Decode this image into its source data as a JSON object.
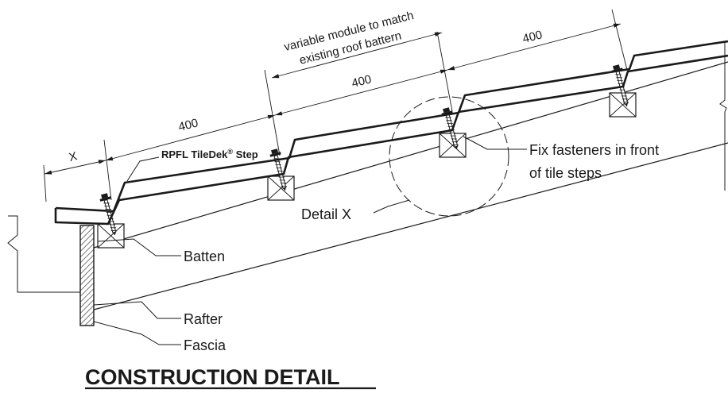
{
  "drawing": {
    "title": "CONSTRUCTION DETAIL",
    "dimensions": {
      "x_label": "X",
      "module_1": "400",
      "module_2": "400",
      "module_3": "400",
      "variable_note_line1": "variable module to match",
      "variable_note_line2": "existing roof battern"
    },
    "labels": {
      "product": "RPFL TileDek",
      "product_mark": "®",
      "product_suffix": " Step",
      "fasteners_line1": "Fix fasteners in front",
      "fasteners_line2": "of tile steps",
      "detail": "Detail X",
      "batten": "Batten",
      "rafter": "Rafter",
      "fascia": "Fascia"
    },
    "colors": {
      "ink": "#1a1a1a",
      "hatch": "#555555",
      "background": "#ffffff"
    }
  }
}
